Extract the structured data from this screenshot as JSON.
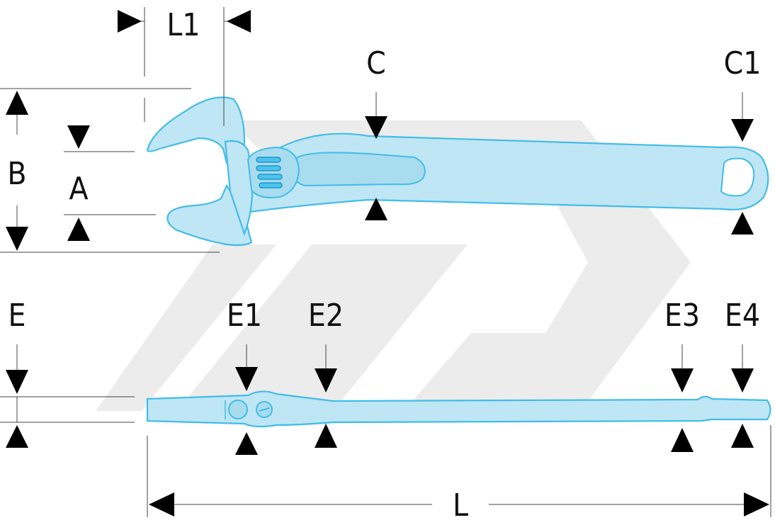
{
  "labels": {
    "L1": "L1",
    "C": "C",
    "C1": "C1",
    "B": "B",
    "A": "A",
    "E": "E",
    "E1": "E1",
    "E2": "E2",
    "E3": "E3",
    "E4": "E4",
    "L": "L"
  },
  "colors": {
    "tool_fill": "#bfe6f5",
    "tool_stroke": "#43bce7",
    "watermark": "#ececec",
    "text": "#111111"
  }
}
